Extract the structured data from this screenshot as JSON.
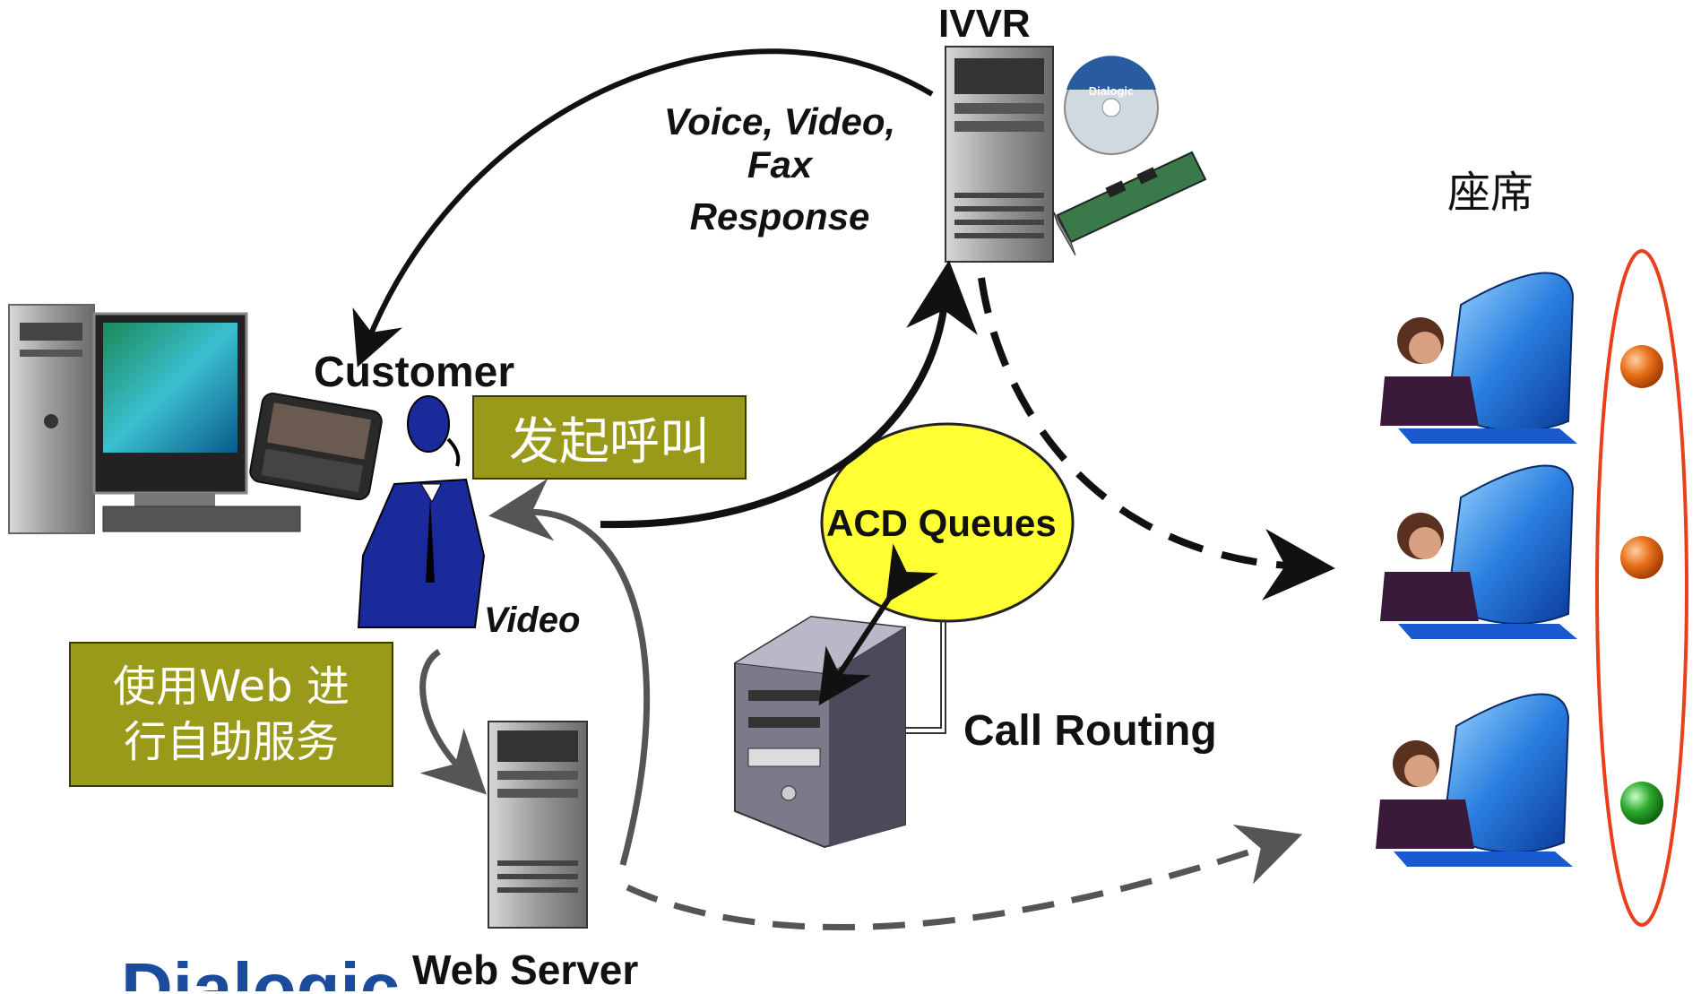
{
  "labels": {
    "ivvr": "IVVR",
    "response_line1": "Voice, Video,",
    "response_line2": "Fax",
    "response_line3": "Response",
    "customer": "Customer",
    "initiate_call": "发起呼叫",
    "acd_queues": "ACD Queues",
    "video": "Video",
    "self_service_line1": "使用Web 进",
    "self_service_line2": "行自助服务",
    "call_routing": "Call Routing",
    "web_server": "Web Server",
    "agents": "座席",
    "card_brand": "Dialogic",
    "bottom_logo": "Dialogic"
  },
  "colors": {
    "acd_fill": "#ffff33",
    "box_fill": "#9a9a1a",
    "agent_ring": "#e8401c",
    "status_top": "#e8701a",
    "status_mid": "#e8701a",
    "status_bottom": "#2ea82e",
    "logo_blue": "#1a4b9c"
  },
  "agents": [
    {
      "status": "busy"
    },
    {
      "status": "busy"
    },
    {
      "status": "available"
    }
  ]
}
